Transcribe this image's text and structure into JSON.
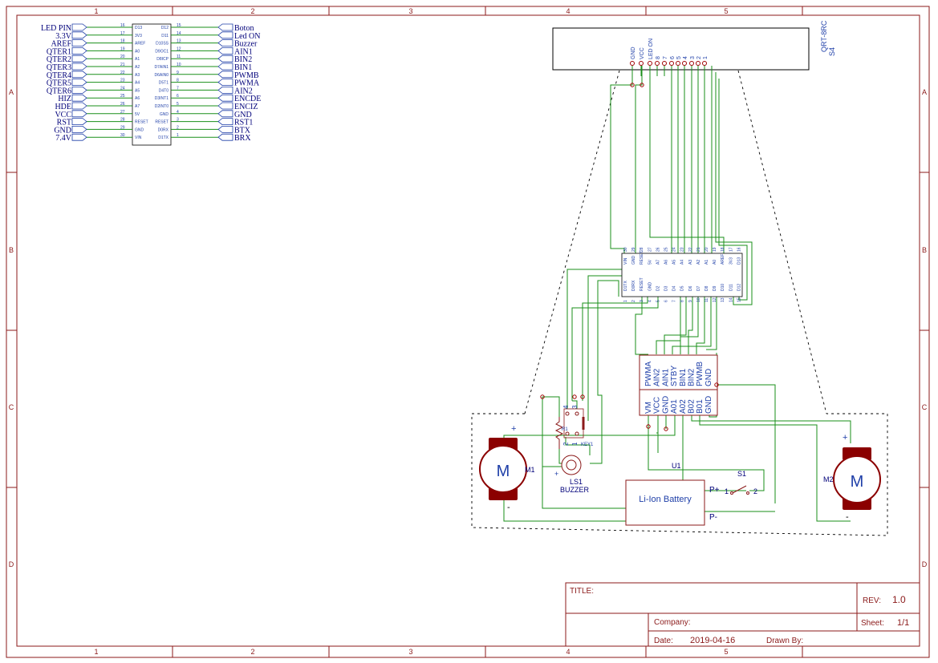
{
  "colors": {
    "frame": "#8b1a1a",
    "wire": "#1a8f1a",
    "pin_text": "#1f3fa8",
    "net_label": "#00007a",
    "component": "#8b1a1a",
    "motor_body": "#8b0000",
    "pin_marker": "#a00000"
  },
  "frame": {
    "col_labels": [
      "1",
      "2",
      "3",
      "4",
      "5"
    ],
    "row_labels": [
      "A",
      "B",
      "C",
      "D"
    ]
  },
  "title_block": {
    "title_label": "TITLE:",
    "title_value": "",
    "rev_label": "REV:",
    "rev_value": "1.0",
    "company_label": "Company:",
    "company_value": "",
    "sheet_label": "Sheet:",
    "sheet_value": "1/1",
    "date_label": "Date:",
    "date_value": "2019-04-16",
    "drawn_label": "Drawn By:",
    "drawn_value": ""
  },
  "arduino_symbol": {
    "left_nets": [
      "LED PIN",
      "3.3V",
      "AREF",
      "QTER1",
      "QTER2",
      "QTER3",
      "QTER4",
      "QTER5",
      "QTER6",
      "HIZ",
      "HDE",
      "VCC",
      "RST",
      "GND",
      "7.4V"
    ],
    "left_pin_numbers": [
      "16",
      "17",
      "18",
      "19",
      "20",
      "21",
      "22",
      "23",
      "24",
      "25",
      "26",
      "27",
      "28",
      "29",
      "30"
    ],
    "left_pin_names": [
      "D13",
      "3V3",
      "AREF",
      "A0",
      "A1",
      "A2",
      "A3",
      "A4",
      "A5",
      "A6",
      "A7",
      "5V",
      "RESET",
      "GND",
      "VIN"
    ],
    "right_pin_names": [
      "D12",
      "D11",
      "D10SS",
      "D9OC1",
      "D8ICP",
      "D7AIN1",
      "D6AIN0",
      "D5T1",
      "D4T0",
      "D3INT1",
      "D2INT0",
      "GND",
      "RESET",
      "D0RX",
      "D1TX"
    ],
    "right_pin_numbers": [
      "15",
      "14",
      "13",
      "12",
      "11",
      "10",
      "9",
      "8",
      "7",
      "6",
      "5",
      "4",
      "3",
      "2",
      "1"
    ],
    "right_nets": [
      "Boton",
      "Led ON",
      "Buzzer",
      "AIN1",
      "BIN2",
      "BIN1",
      "PWMB",
      "PWMA",
      "AIN2",
      "ENCDE",
      "ENCIZ",
      "GND",
      "RST1",
      "BTX",
      "BRX"
    ]
  },
  "qtr_sensor": {
    "ref": "S4",
    "value": "QRT-8RC",
    "pins": [
      "GND",
      "VCC",
      "LED ON",
      "8",
      "7",
      "6",
      "5",
      "4",
      "3",
      "2",
      "1"
    ]
  },
  "nano": {
    "top_pin_numbers": [
      "30",
      "29",
      "28",
      "27",
      "26",
      "25",
      "24",
      "23",
      "22",
      "21",
      "20",
      "19",
      "18",
      "17",
      "16"
    ],
    "top_pin_names": [
      "VIN",
      "GND",
      "RESET",
      "5V",
      "A7",
      "A6",
      "A5",
      "A4",
      "A3",
      "A2",
      "A1",
      "A0",
      "AREF",
      "3V3",
      "D13"
    ],
    "bottom_pin_names": [
      "D1TX",
      "D0RX",
      "RESET",
      "GND",
      "D2",
      "D3",
      "D4",
      "D5",
      "D6",
      "D7",
      "D8",
      "D9",
      "D10",
      "D11",
      "D12"
    ],
    "bottom_pin_numbers": [
      "1",
      "2",
      "3",
      "4",
      "5",
      "6",
      "7",
      "8",
      "9",
      "10",
      "11",
      "12",
      "13",
      "14",
      "15"
    ]
  },
  "driver": {
    "top_pins": [
      "PWMA",
      "AIN2",
      "AIN1",
      "STBY",
      "BIN1",
      "BIN2",
      "PWMB",
      "GND"
    ],
    "bottom_pins": [
      "VM",
      "VCC",
      "GND",
      "A01",
      "A02",
      "B02",
      "B01",
      "GND"
    ],
    "ref": "U1"
  },
  "motor_left": {
    "ref": "M1",
    "symbol": "M",
    "plus": "+",
    "minus": "-"
  },
  "motor_right": {
    "ref": "M2",
    "symbol": "M",
    "plus": "+",
    "minus": "-"
  },
  "key": {
    "ref": "KEY1",
    "pin_labels": [
      "4",
      "3",
      "2",
      "1"
    ]
  },
  "resistor": {
    "ref": "R1"
  },
  "buzzer": {
    "ref": "LS1",
    "value": "BUZZER",
    "plus": "+"
  },
  "battery": {
    "label": "Li-Ion Battery",
    "p_plus": "P+",
    "p_minus": "P-"
  },
  "switch": {
    "ref": "S1",
    "pin1": "1",
    "pin2": "2"
  }
}
